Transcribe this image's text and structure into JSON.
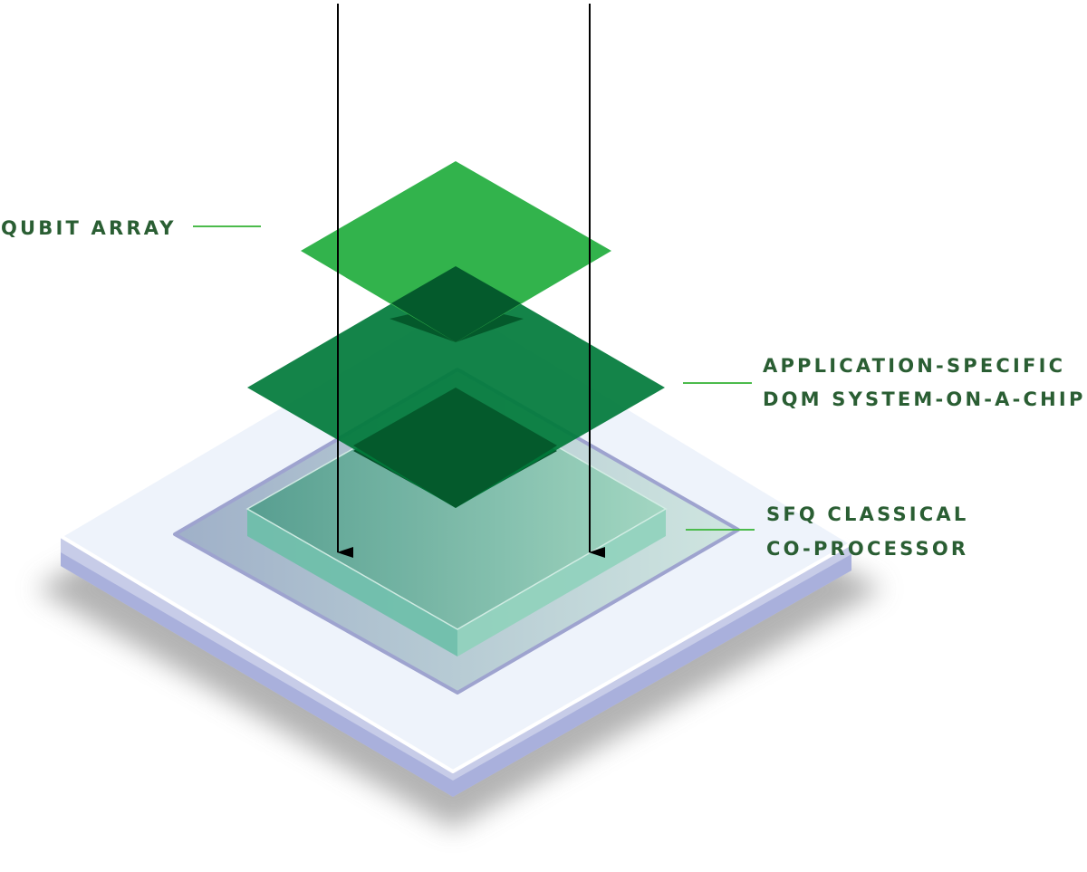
{
  "diagram": {
    "labels": {
      "qubit_array": "QUBIT ARRAY",
      "asic_line1": "APPLICATION-SPECIFIC",
      "asic_line2": "DQM SYSTEM-ON-A-CHIP",
      "sfq_line1": "SFQ CLASSICAL",
      "sfq_line2": "CO-PROCESSOR"
    },
    "colors": {
      "qubit_layer": "#32b34c",
      "asic_layer": "#007a3a",
      "sfq_layer": "#6fbfa6",
      "label_text": "#2a5e33",
      "leader_line": "#4cbb4c",
      "platform": "#eef3fb"
    }
  }
}
